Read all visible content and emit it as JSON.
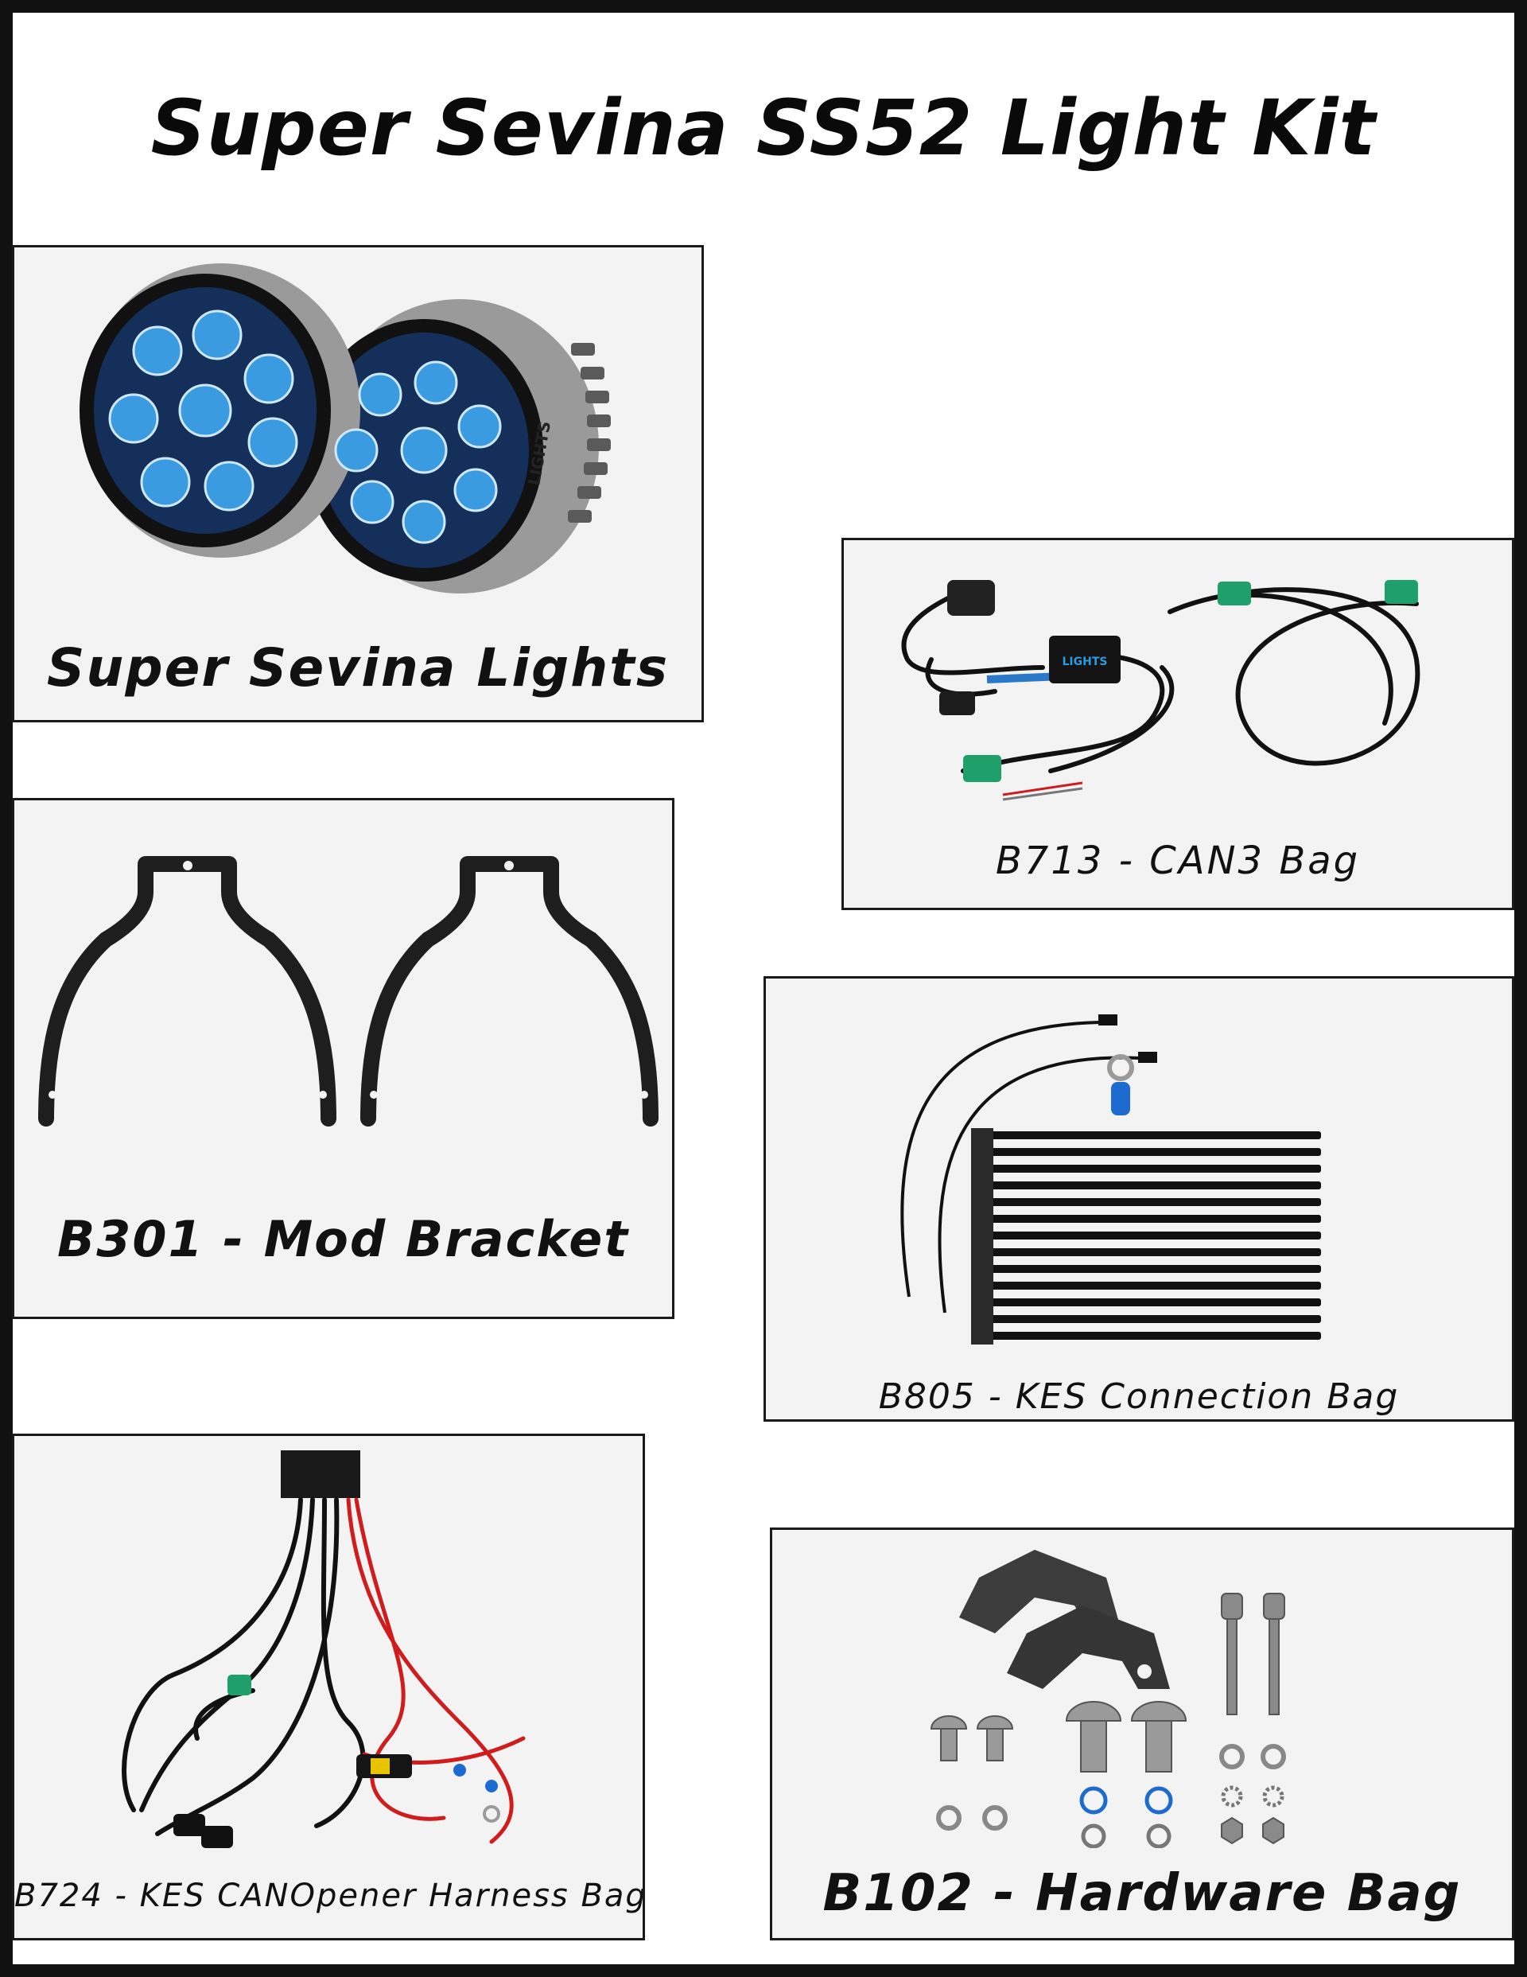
{
  "page": {
    "title": "Super Sevina SS52 Light Kit"
  },
  "panels": {
    "lights": {
      "caption": "Super Sevina Lights",
      "logo_text": "LIGHTS"
    },
    "can3": {
      "caption": "B713 - CAN3 Bag",
      "module_text": "LIGHTS"
    },
    "bracket": {
      "caption": "B301 - Mod Bracket"
    },
    "kes_connection": {
      "caption": "B805 - KES Connection Bag"
    },
    "harness": {
      "caption": "B724 - KES CANOpener Harness Bag"
    },
    "hardware": {
      "caption": "B102 - Hardware Bag"
    }
  },
  "colors": {
    "border": "#1a1a1a",
    "panel_bg": "#f3f3f3",
    "led_blue": "#2a8fd8",
    "connector_green": "#1fa06a",
    "wire_red": "#d01c1c",
    "metal": "#8a8a8a"
  }
}
